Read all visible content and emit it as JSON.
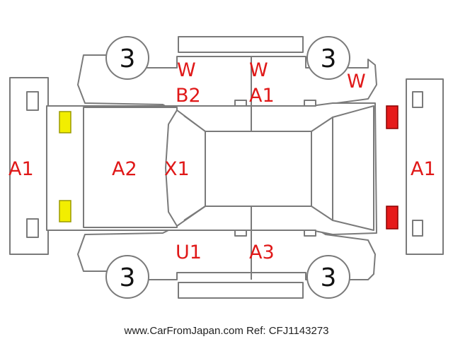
{
  "colors": {
    "code_red": "#e01818",
    "marker_yellow": "#f2ee00",
    "marker_red": "#e61a1a",
    "outline_gray": "#7a7a7a"
  },
  "wheels": [
    "3",
    "3",
    "3",
    "3"
  ],
  "codes": {
    "roof_front_w": "W",
    "roof_front_b2": "B2",
    "roof_rear_w": "W",
    "roof_rear_a1": "A1",
    "rear_corner_w": "W",
    "front_bumper": "A1",
    "hood": "A2",
    "windshield": "X1",
    "rear_bumper": "A1",
    "lower_front": "U1",
    "lower_rear": "A3"
  },
  "markers": {
    "headlights": "marker_yellow",
    "taillights": "marker_red"
  },
  "footer": "www.CarFromJapan.com Ref: CFJ1143273"
}
